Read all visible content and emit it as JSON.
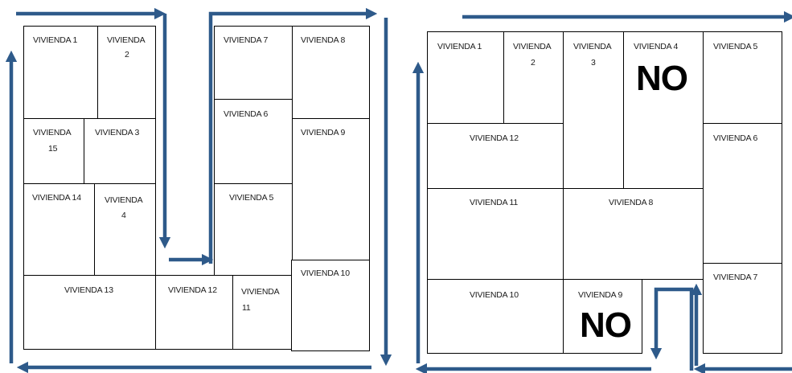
{
  "left_plan": {
    "v1": "VIVIENDA 1",
    "v2_a": "VIVIENDA",
    "v2_b": "2",
    "v15_a": "VIVIENDA",
    "v15_b": "15",
    "v3": "VIVIENDA 3",
    "v14": "VIVIENDA 14",
    "v4_a": "VIVIENDA",
    "v4_b": "4",
    "v13": "VIVIENDA 13",
    "v12": "VIVIENDA 12",
    "v11_a": "VIVIENDA",
    "v11_b": "11",
    "v7": "VIVIENDA 7",
    "v8": "VIVIENDA 8",
    "v6": "VIVIENDA 6",
    "v9": "VIVIENDA 9",
    "v5": "VIVIENDA 5",
    "v10": "VIVIENDA 10"
  },
  "right_plan": {
    "v1": "VIVIENDA 1",
    "v2_a": "VIVIENDA",
    "v2_b": "2",
    "v3_a": "VIVIENDA",
    "v3_b": "3",
    "v4": "VIVIENDA 4",
    "v4_mark": "NO",
    "v5": "VIVIENDA 5",
    "v12": "VIVIENDA 12",
    "v6": "VIVIENDA 6",
    "v11": "VIVIENDA 11",
    "v8": "VIVIENDA 8",
    "v10": "VIVIENDA 10",
    "v9": "VIVIENDA 9",
    "v9_mark": "NO",
    "v7": "VIVIENDA 7"
  },
  "colors": {
    "arrow": "#2e5a8a",
    "lines": "#000000"
  }
}
